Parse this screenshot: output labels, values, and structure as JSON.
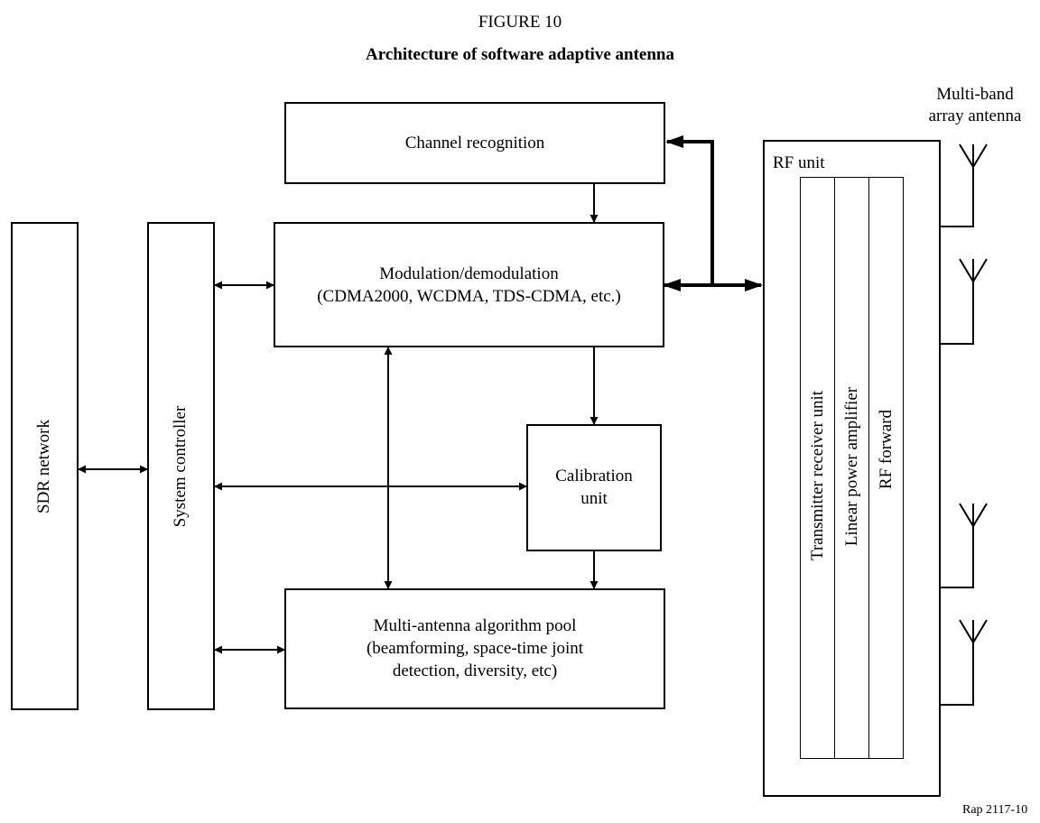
{
  "figure": {
    "number": "FIGURE 10",
    "title": "Architecture of software adaptive antenna",
    "reference": "Rap 2117-10"
  },
  "blocks": {
    "sdr_network": "SDR network",
    "system_controller": "System controller",
    "channel_recognition": "Channel recognition",
    "modulation": {
      "line1": "Modulation/demodulation",
      "line2": "(CDMA2000, WCDMA, TDS-CDMA, etc.)"
    },
    "calibration": {
      "line1": "Calibration",
      "line2": "unit"
    },
    "algorithm_pool": {
      "line1": "Multi-antenna algorithm pool",
      "line2": "(beamforming, space-time joint",
      "line3": "detection, diversity, etc)"
    },
    "rf_unit": {
      "label": "RF unit",
      "columns": [
        "Transmitter receiver unit",
        "Linear power amplifier",
        "RF forward"
      ]
    },
    "antenna": {
      "line1": "Multi-band",
      "line2": "array antenna"
    }
  }
}
